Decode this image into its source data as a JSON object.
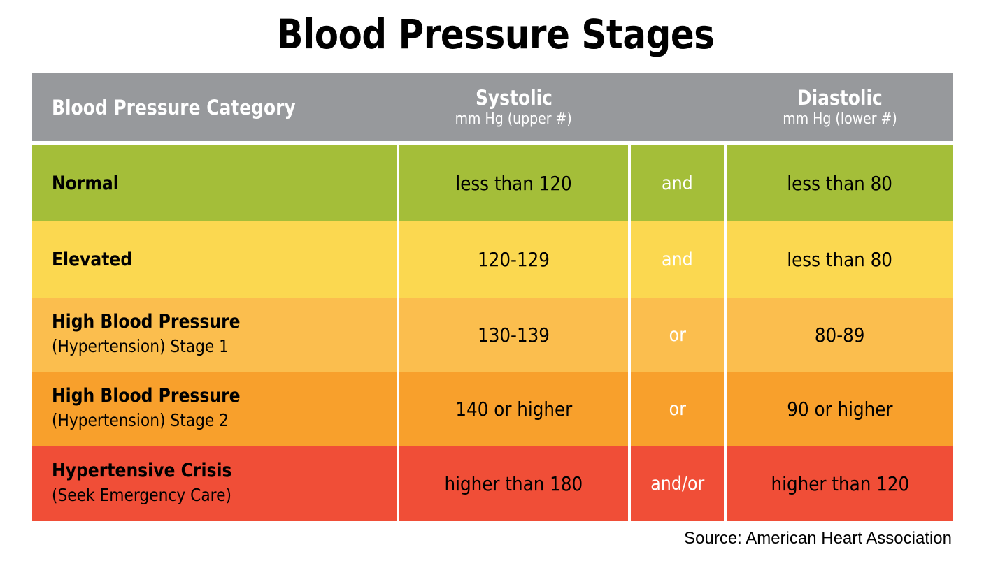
{
  "title": "Blood Pressure Stages",
  "source": "Source: American Heart Association",
  "header": {
    "category": "Blood Pressure Category",
    "systolic_main": "Systolic",
    "systolic_sub": "mm Hg (upper #)",
    "diastolic_main": "Diastolic",
    "diastolic_sub": "mm Hg (lower #)",
    "bg_color": "#97999c"
  },
  "rows": [
    {
      "category": "Normal",
      "category_sub": "",
      "systolic": "less than 120",
      "operator": "and",
      "diastolic": "less than 80",
      "color": "#A4BE39"
    },
    {
      "category": "Elevated",
      "category_sub": "",
      "systolic": "120-129",
      "operator": "and",
      "diastolic": "less than 80",
      "color": "#FBD850"
    },
    {
      "category": "High Blood Pressure",
      "category_sub": "(Hypertension) Stage 1",
      "systolic": "130-139",
      "operator": "or",
      "diastolic": "80-89",
      "color": "#FBBE4E"
    },
    {
      "category": "High Blood Pressure",
      "category_sub": "(Hypertension) Stage 2",
      "systolic": "140 or higher",
      "operator": "or",
      "diastolic": "90 or higher",
      "color": "#F8A02C"
    },
    {
      "category": "Hypertensive Crisis",
      "category_sub": "(Seek Emergency Care)",
      "systolic": "higher than 180",
      "operator": "and/or",
      "diastolic": "higher than 120",
      "color": "#F04E37"
    }
  ],
  "chart_data": {
    "type": "table",
    "title": "Blood Pressure Stages",
    "columns": [
      "Blood Pressure Category",
      "Systolic mm Hg (upper #)",
      "",
      "Diastolic mm Hg (lower #)"
    ],
    "rows": [
      [
        "Normal",
        "less than 120",
        "and",
        "less than 80"
      ],
      [
        "Elevated",
        "120-129",
        "and",
        "less than 80"
      ],
      [
        "High Blood Pressure (Hypertension) Stage 1",
        "130-139",
        "or",
        "80-89"
      ],
      [
        "High Blood Pressure (Hypertension) Stage 2",
        "140 or higher",
        "or",
        "90 or higher"
      ],
      [
        "Hypertensive Crisis (Seek Emergency Care)",
        "higher than 180",
        "and/or",
        "higher than 120"
      ]
    ],
    "row_colors": [
      "#A4BE39",
      "#FBD850",
      "#FBBE4E",
      "#F8A02C",
      "#F04E37"
    ],
    "header_color": "#97999c",
    "source": "Source: American Heart Association"
  }
}
